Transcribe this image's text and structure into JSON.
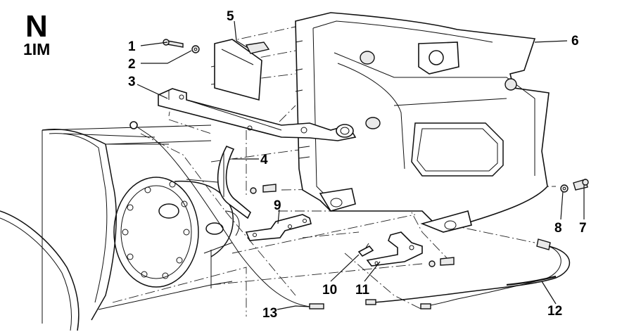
{
  "header": {
    "section_letter": "N",
    "section_code": "1IM"
  },
  "callouts": [
    {
      "id": "1",
      "label": "1"
    },
    {
      "id": "2",
      "label": "2"
    },
    {
      "id": "3",
      "label": "3"
    },
    {
      "id": "4",
      "label": "4"
    },
    {
      "id": "5",
      "label": "5"
    },
    {
      "id": "6",
      "label": "6"
    },
    {
      "id": "7",
      "label": "7"
    },
    {
      "id": "8",
      "label": "8"
    },
    {
      "id": "9",
      "label": "9"
    },
    {
      "id": "10",
      "label": "10"
    },
    {
      "id": "11",
      "label": "11"
    },
    {
      "id": "12",
      "label": "12"
    },
    {
      "id": "13",
      "label": "13"
    }
  ]
}
